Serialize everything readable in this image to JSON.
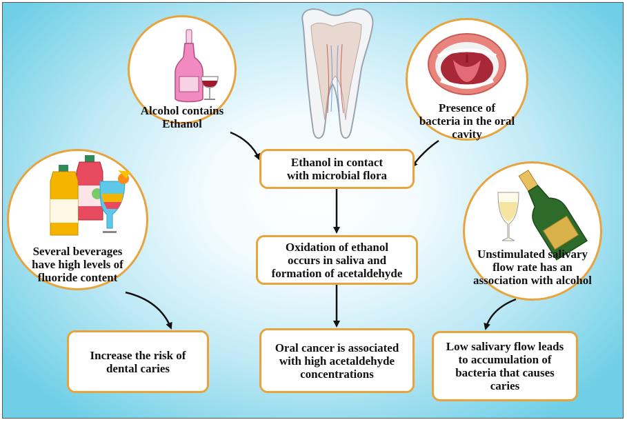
{
  "circles": {
    "alcohol": "Alcohol contains\nEthanol",
    "bacteria": "Presence of\nbacteria in the oral\ncavity",
    "beverages": "Several beverages\nhave high levels of\nfluoride content",
    "salivary": "Unstimulated salivary\nflow rate has an\nassociation with alcohol"
  },
  "boxes": {
    "ethanol_contact": "Ethanol in contact\nwith microbial flora",
    "oxidation": "Oxidation of ethanol\noccurs in saliva and\nformation of acetaldehyde",
    "oral_cancer": "Oral cancer is associated\nwith high acetaldehyde\nconcentrations",
    "dental_caries": "Increase the risk of\ndental caries",
    "low_flow": "Low salivary flow leads\nto accumulation of\nbacteria  that causes\ncaries"
  },
  "icons": [
    "tooth-icon",
    "wine-bottle-icon",
    "open-mouth-icon",
    "juice-bottles-icon",
    "champagne-bottle-icon"
  ],
  "colors": {
    "border": "#e8a33c",
    "background_edge": "#6fcfe6",
    "arrow": "#111111"
  }
}
